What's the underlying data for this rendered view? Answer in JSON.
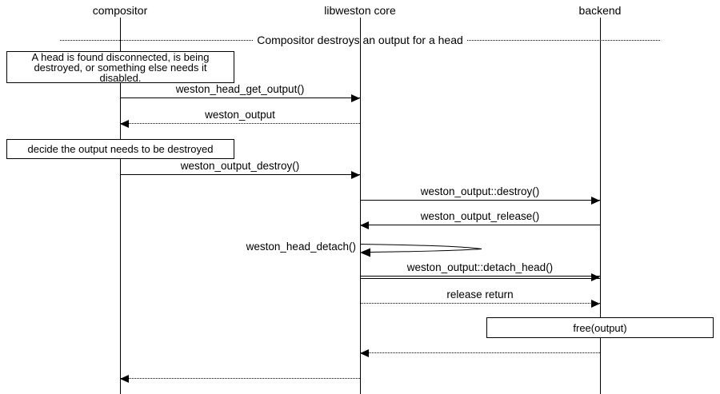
{
  "diagram": {
    "title": "Compositor destroys an output for a head",
    "colors": {
      "foreground": "#000000",
      "background": "#ffffff"
    },
    "actors": [
      {
        "id": "compositor",
        "label": "compositor"
      },
      {
        "id": "libweston-core",
        "label": "libweston core"
      },
      {
        "id": "backend",
        "label": "backend"
      }
    ],
    "notes": [
      {
        "over": "compositor",
        "text": "A head is found disconnected, is being destroyed, or something else needs it disabled."
      },
      {
        "over": "compositor",
        "text": "decide the output needs to be destroyed"
      },
      {
        "over": "backend",
        "text": "free(output)"
      }
    ],
    "messages": [
      {
        "label": "weston_head_get_output()",
        "from": "compositor",
        "to": "libweston core",
        "style": "solid"
      },
      {
        "label": "weston_output",
        "from": "libweston core",
        "to": "compositor",
        "style": "dotted"
      },
      {
        "label": "weston_output_destroy()",
        "from": "compositor",
        "to": "libweston core",
        "style": "solid"
      },
      {
        "label": "weston_output::destroy()",
        "from": "libweston core",
        "to": "backend",
        "style": "solid"
      },
      {
        "label": "weston_output_release()",
        "from": "backend",
        "to": "libweston core",
        "style": "solid"
      },
      {
        "label": "weston_head_detach()",
        "from": "libweston core",
        "to": "libweston core",
        "style": "self"
      },
      {
        "label": "weston_output::detach_head()",
        "from": "libweston core",
        "to": "backend",
        "style": "solid-double"
      },
      {
        "label": "release return",
        "from": "libweston core",
        "to": "backend",
        "style": "dotted"
      },
      {
        "label": "",
        "from": "backend",
        "to": "libweston core",
        "style": "dotted"
      },
      {
        "label": "",
        "from": "libweston core",
        "to": "compositor",
        "style": "dotted"
      }
    ]
  }
}
